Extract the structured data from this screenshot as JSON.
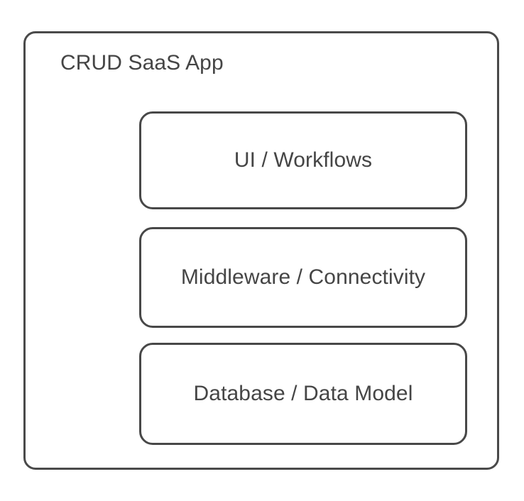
{
  "diagram": {
    "title": "CRUD SaaS App",
    "background_color": "#ffffff",
    "stroke_color": "#4a4a4a",
    "text_color": "#454545",
    "container": {
      "label": "CRUD SaaS App"
    },
    "layers": [
      {
        "label": "UI / Workflows"
      },
      {
        "label": "Middleware / Connectivity"
      },
      {
        "label": "Database / Data Model"
      }
    ]
  }
}
